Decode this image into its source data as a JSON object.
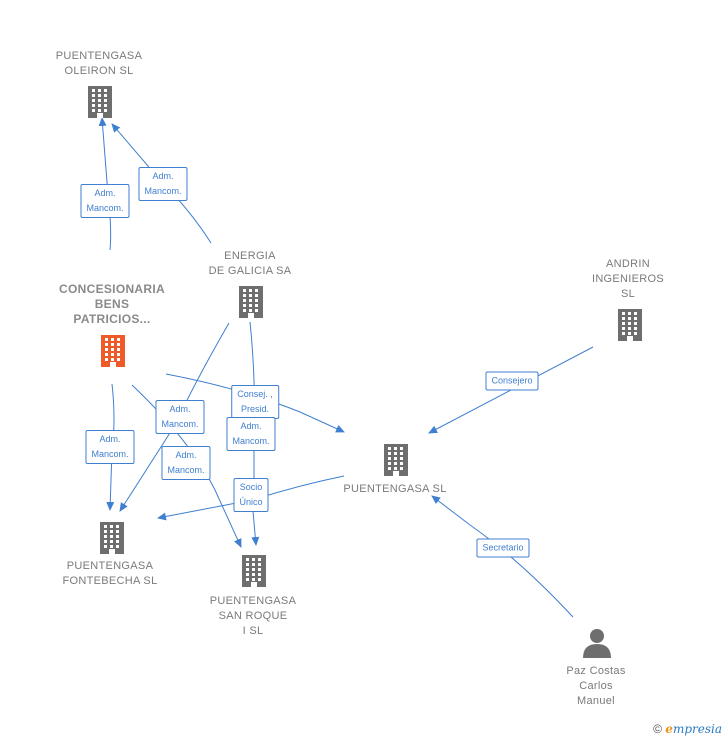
{
  "colors": {
    "edge": "#3f7fd0",
    "building": "#6e6e6e",
    "focus_building": "#f05a28",
    "person": "#6e6e6e",
    "label": "#7a7a7a"
  },
  "nodes": {
    "oleiron": {
      "label": "PUENTENGASA\nOLEIRON SL",
      "icon": "building-icon"
    },
    "energia": {
      "label": "ENERGIA\nDE GALICIA SA",
      "icon": "building-icon"
    },
    "concesionaria": {
      "label": "CONCESIONARIA\nBENS\nPATRICIOS...",
      "icon": "building-icon"
    },
    "andrin": {
      "label": "ANDRIN\nINGENIEROS\nSL",
      "icon": "building-icon"
    },
    "puentengasa": {
      "label": "PUENTENGASA SL",
      "icon": "building-icon"
    },
    "fontebecha": {
      "label": "PUENTENGASA\nFONTEBECHA SL",
      "icon": "building-icon"
    },
    "sanroque": {
      "label": "PUENTENGASA\nSAN ROQUE\nI SL",
      "icon": "building-icon"
    },
    "paz": {
      "label": "Paz Costas\nCarlos\nManuel",
      "icon": "person-icon"
    }
  },
  "edges": {
    "e1": "Adm.\nMancom.",
    "e2": "Adm.\nMancom.",
    "e3": "Adm.\nMancom.",
    "e4": "Consej. ,\nPresid.",
    "e5": "Adm.\nMancom.",
    "e6": "Adm.\nMancom.",
    "e7": "Adm.\nMancom.",
    "e8": "Socio\nÚnico",
    "e9": "Consejero",
    "e10": "Secretario"
  },
  "footer": {
    "copyright": "©",
    "brand_first": "e",
    "brand_rest": "mpresia"
  }
}
